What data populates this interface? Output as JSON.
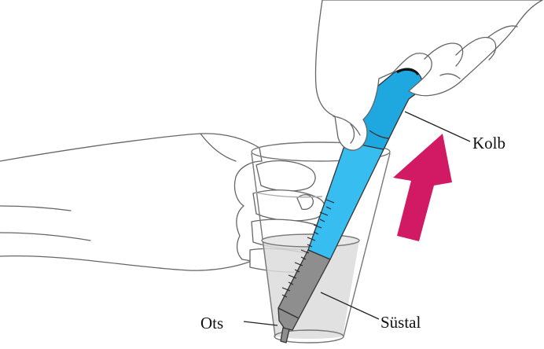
{
  "labels": {
    "kolb": "Kolb",
    "sustal": "Süstal",
    "ots": "Ots"
  },
  "colors": {
    "plunger": "#1FA8E0",
    "barrel": "#38BDF0",
    "syringe_liquid": "#8E8E8E",
    "water": "#D9D9D9",
    "arrow": "#D11A63",
    "line_art": "#555555"
  },
  "icons": {
    "arrow": "up-arrow-icon"
  }
}
